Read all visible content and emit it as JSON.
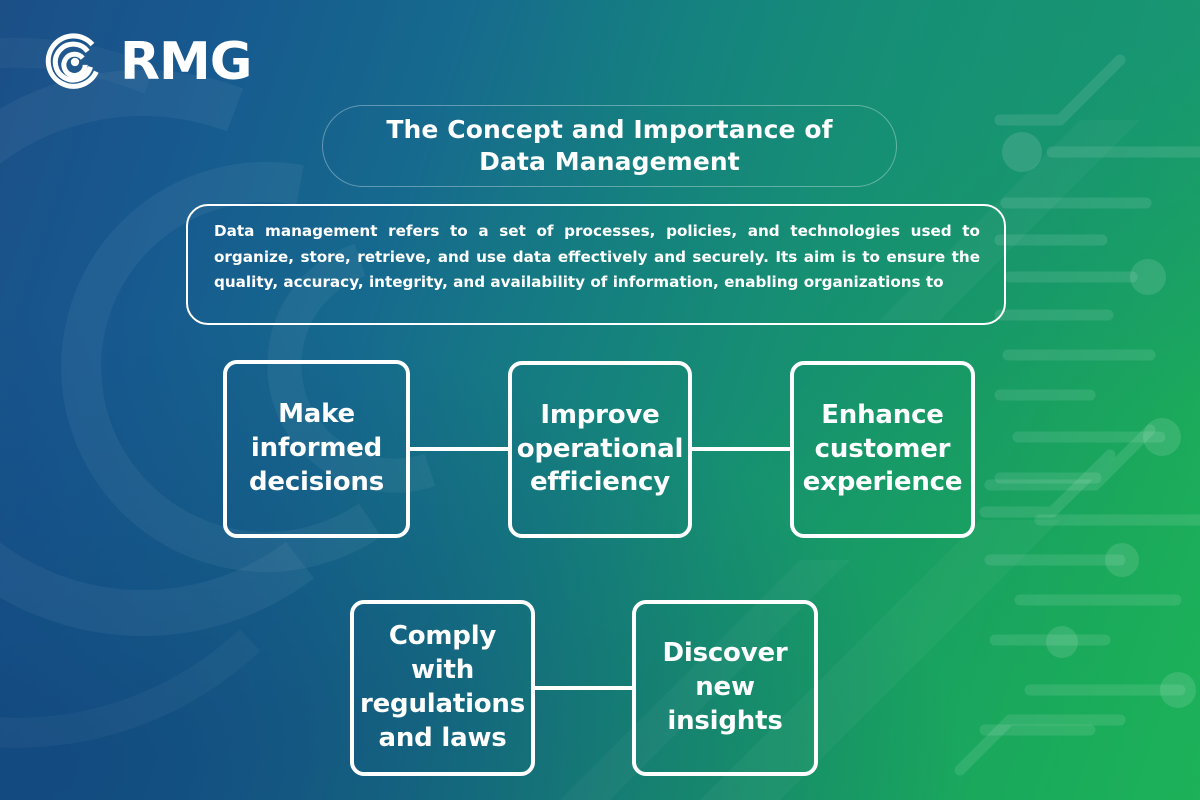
{
  "brand": {
    "name": "RMG",
    "logo_icon": "rmg-spiral-logo-icon"
  },
  "header": {
    "title": "The Concept and Importance of Data Management"
  },
  "intro": {
    "text": "Data management refers to a set of processes, policies, and technologies used to organize, store, retrieve, and use data effectively and securely. Its aim is to ensure the quality, accuracy, integrity, and availability of information, enabling organizations to"
  },
  "flow": {
    "rows": [
      {
        "items": [
          {
            "label": "Make informed decisions"
          },
          {
            "label": "Improve operational efficiency"
          },
          {
            "label": "Enhance customer experience"
          }
        ]
      },
      {
        "items": [
          {
            "label": "Comply with regulations and laws"
          },
          {
            "label": "Discover new insights"
          }
        ]
      }
    ]
  },
  "colors": {
    "background_start": "#1b4f86",
    "background_mid": "#15807f",
    "background_end": "#1fb45a",
    "text": "#ffffff",
    "border": "#ffffff"
  }
}
